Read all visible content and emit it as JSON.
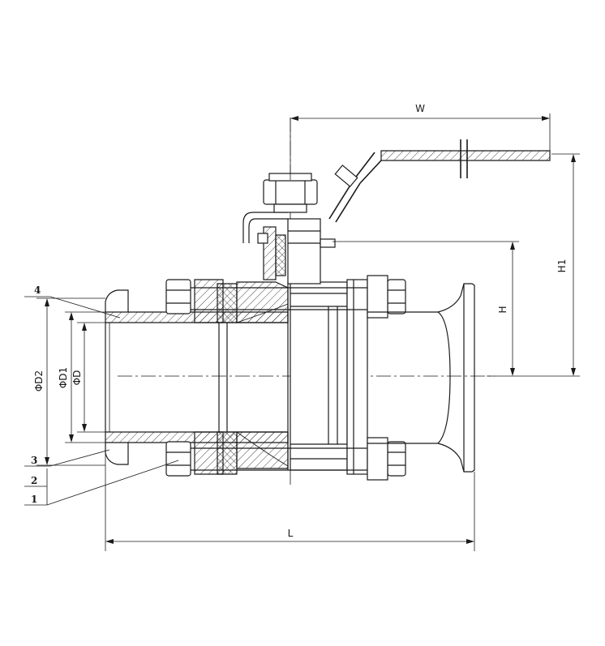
{
  "dimensions": {
    "width": "W",
    "height_total": "H1",
    "height_center": "H",
    "length": "L",
    "dia_d2": "ΦD2",
    "dia_d1": "ΦD1",
    "dia_d": "ΦD"
  },
  "balloons": [
    "4",
    "3",
    "2",
    "1"
  ]
}
